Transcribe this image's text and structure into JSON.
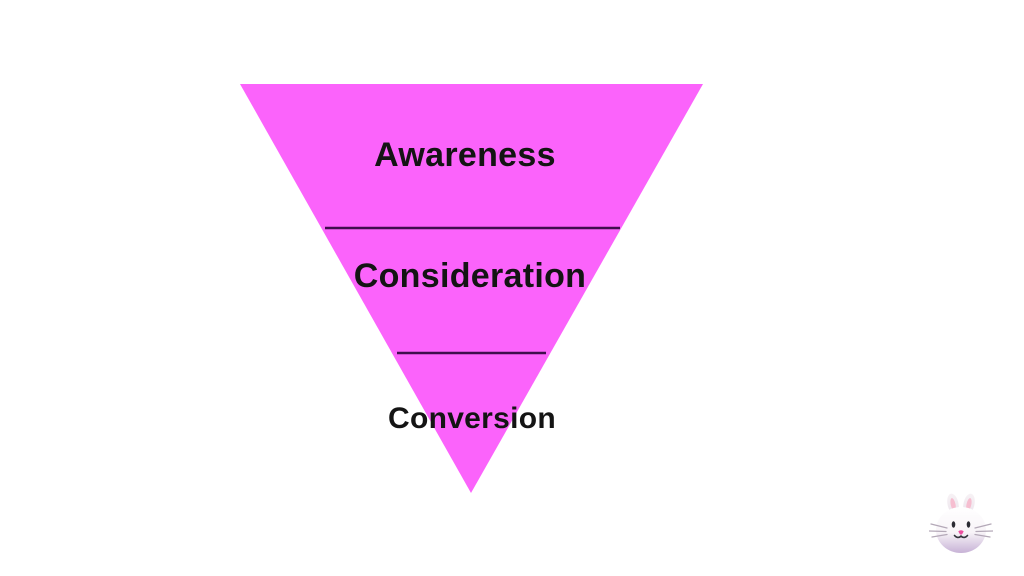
{
  "slide": {
    "background_color": "#ffffff",
    "funnel": {
      "type": "inverted-funnel",
      "fill_color": "#fb63fb",
      "divider_color": "#3f0e4d",
      "label_color": "#141414",
      "stages": [
        {
          "label": "Awareness"
        },
        {
          "label": "Consideration"
        },
        {
          "label": "Conversion"
        }
      ]
    },
    "icons": {
      "bunny": "rabbit-face-icon"
    }
  }
}
